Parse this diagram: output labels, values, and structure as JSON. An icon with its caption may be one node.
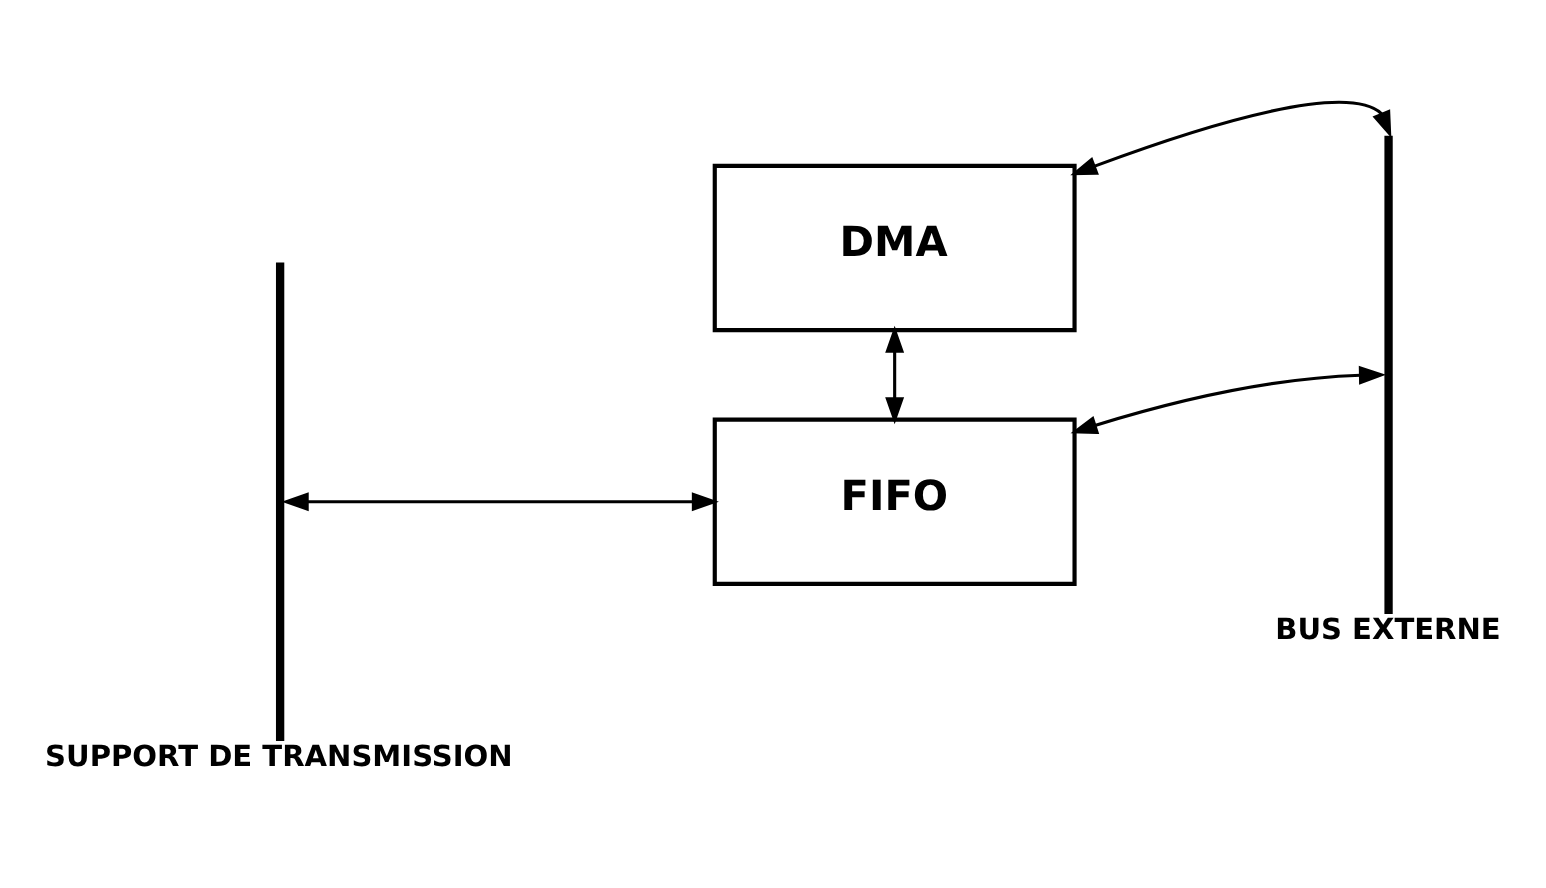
{
  "diagram": {
    "nodes": [
      {
        "text": [
          "DMA"
        ]
      },
      {
        "text": [
          "FIFO"
        ]
      },
      {
        "text": [
          "SUPPORT DE TRANSMISSION"
        ]
      },
      {
        "text": [
          "BUS EXTERNE"
        ]
      }
    ],
    "edges": [
      {
        "from": 0,
        "to": 3,
        "arrow": "both"
      },
      {
        "from": 0,
        "to": 1,
        "arrow": "both"
      },
      {
        "from": 2,
        "to": 1,
        "arrow": "both"
      },
      {
        "from": 1,
        "to": 3,
        "arrow": "both"
      }
    ]
  }
}
